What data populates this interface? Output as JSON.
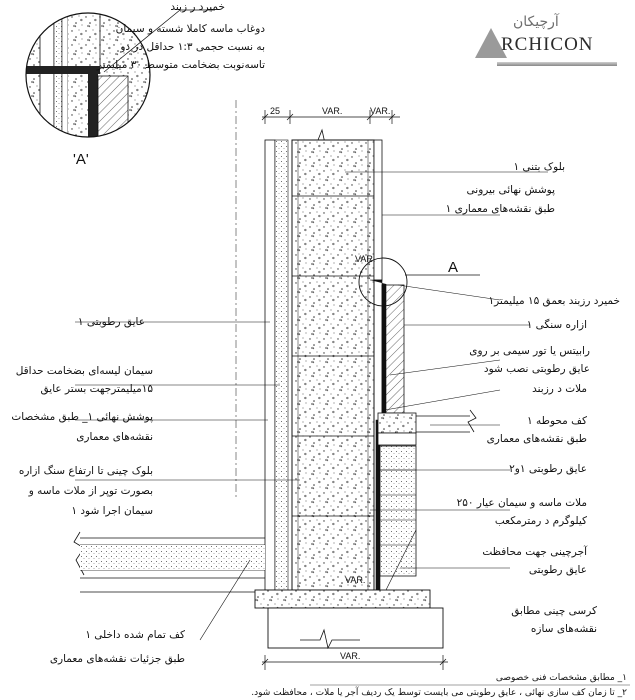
{
  "logo": {
    "text": "RCHICON",
    "fa_text": "آرچیکان"
  },
  "detail_mark": "'A'",
  "section_marker": "A",
  "dimensions": {
    "top_25": "25",
    "top_var_1": "VAR.",
    "top_var_2": "VAR.",
    "bottom_var": "VAR.",
    "wall_var": "VAR.",
    "inner_var": "VAR."
  },
  "detail_labels": {
    "cement_joint": "خمیرد ر زبند",
    "mortar_note": "دوغاب ماسه کاملا شسته و سیمان",
    "mortar_note_2": "به نسبت حجمی ۱:۳ حداقل در دو",
    "mortar_note_3": "تاسه‌نوبت بضخامت متوسط ۳۰ میلیمتر"
  },
  "right_labels": [
    {
      "id": "concrete-block",
      "text": "بلوک بتنی ۱"
    },
    {
      "id": "exterior-finish",
      "text": "پوشش نهائی بیرونی"
    },
    {
      "id": "exterior-finish-2",
      "text": "طبق نقشه‌های معماری ۱"
    },
    {
      "id": "joint-depth",
      "text": "خمیرد رزبند بعمق ۱۵ میلیمتر۱"
    },
    {
      "id": "stone-base",
      "text": "ازاره سنگی ۱"
    },
    {
      "id": "mesh",
      "text": "رابیتس یا تور سیمی بر روی"
    },
    {
      "id": "mesh-2",
      "text": "عایق رطوبتی نصب شود"
    },
    {
      "id": "joint-mortar",
      "text": "ملات د رزبند"
    },
    {
      "id": "yard-floor",
      "text": "کف محوطه ۱"
    },
    {
      "id": "yard-floor-2",
      "text": "طبق نقشه‌های معماری"
    },
    {
      "id": "damp-proof-r",
      "text": "عایق رطوبتی ۱و۲"
    },
    {
      "id": "sand-cement",
      "text": "ملات ماسه و سیمان   عیار ۲۵۰"
    },
    {
      "id": "sand-cement-2",
      "text": "کیلوگرم د رمترمکعب"
    },
    {
      "id": "brick-protect",
      "text": "آجرچینی جهت محافظت"
    },
    {
      "id": "brick-protect-2",
      "text": "عایق رطوبتی"
    },
    {
      "id": "foundation",
      "text": "کرسی چینی   مطابق"
    },
    {
      "id": "foundation-2",
      "text": "نقشه‌های سازه"
    }
  ],
  "left_labels": [
    {
      "id": "damp-proof-l",
      "text": "عایق رطوبتی ۱"
    },
    {
      "id": "cement-layer",
      "text": "سیمان لیسه‌ای بضخامت حداقل"
    },
    {
      "id": "cement-layer-2",
      "text": "۱۵میلیمترجهت بستر عایق"
    },
    {
      "id": "interior-finish",
      "text": "پوشش نهائی ۱_ طبق مشخصات"
    },
    {
      "id": "interior-finish-2",
      "text": "نقشه‌های معماری"
    },
    {
      "id": "block-laying",
      "text": "بلوک چینی تا ارتفاع سنگ ازاره"
    },
    {
      "id": "block-laying-2",
      "text": "بصورت توپر از ملات ماسه و"
    },
    {
      "id": "block-laying-3",
      "text": "سیمان اجرا شود ۱"
    },
    {
      "id": "finished-floor",
      "text": "کف تمام شده داخلی ۱"
    },
    {
      "id": "finished-floor-2",
      "text": "طبق جزئیات   نقشه‌های معماری"
    }
  ],
  "notes": [
    "۱_ مطابق مشخصات فنی خصوصی",
    "۲_ تا زمان کف سازی نهائی ، عایق رطوبتی می بایست توسط یک ردیف آجر یا ملات ، محافظت شود."
  ]
}
